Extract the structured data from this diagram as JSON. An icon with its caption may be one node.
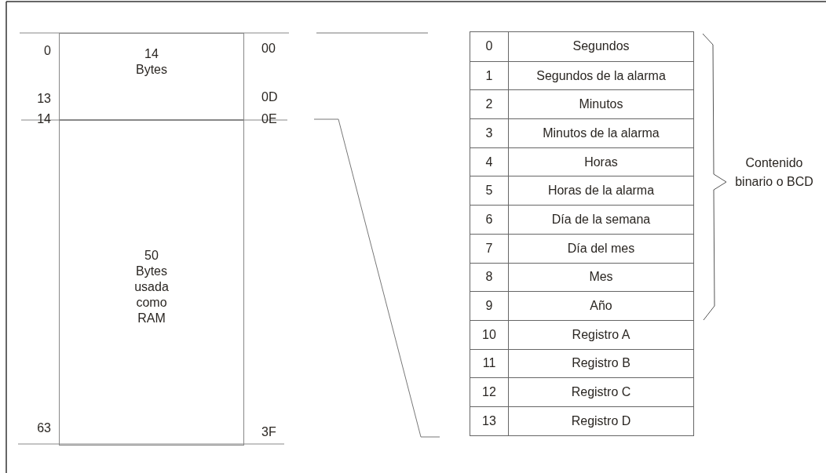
{
  "diagram": {
    "nodes": [
      {
        "text": [
          "14 Bytes"
        ]
      },
      {
        "text": [
          "50 Bytes usada como RAM"
        ]
      }
    ],
    "labels": [
      "0",
      "00",
      "13",
      "0D",
      "14",
      "0E",
      "63",
      "3F",
      "0",
      "Segundos",
      "1",
      "Segundos de la alarma",
      "2",
      "Minutos",
      "3",
      "Minutos de la alarma",
      "4",
      "Horas",
      "5",
      "Horas de la alarma",
      "6",
      "Día de la semana",
      "7",
      "Día del mes",
      "8",
      "Mes",
      "9",
      "Año",
      "10",
      "Registro A",
      "11",
      "Registro B",
      "12",
      "Registro C",
      "13",
      "Registro D",
      "Contenido binario o BCD"
    ]
  }
}
